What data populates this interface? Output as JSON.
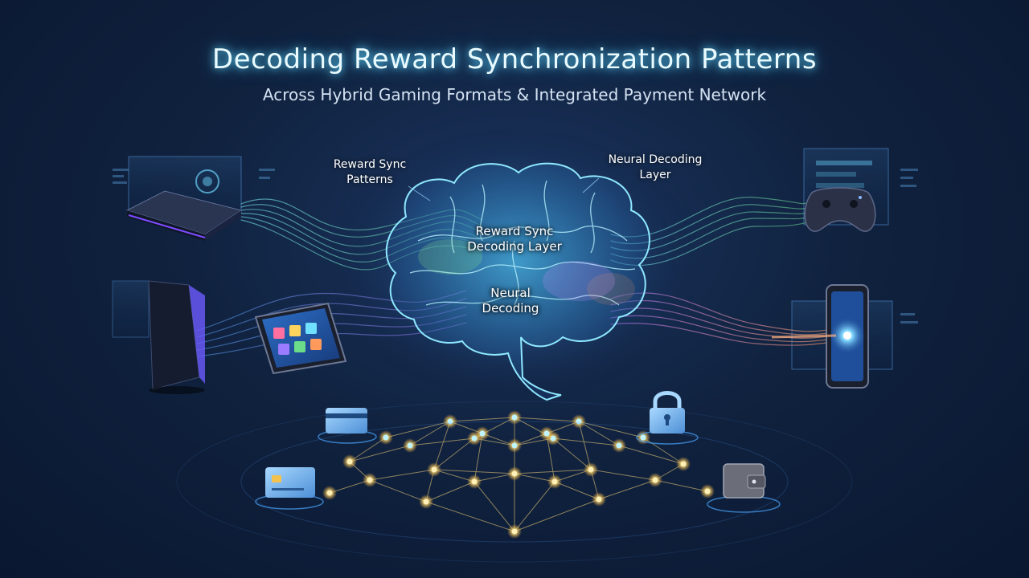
{
  "header": {
    "title": "Decoding Reward Synchronization Patterns",
    "subtitle": "Across Hybrid Gaming Formats & Integrated Payment Network"
  },
  "callouts": {
    "reward_sync_patterns": "Reward Sync\nPatterns",
    "neural_decoding_layer": "Neural Decoding\nLayer"
  },
  "brain": {
    "reward_sync_decoding_layer": "Reward Sync\nDecoding Layer",
    "neural_decoding": "Neural\nDecoding"
  },
  "colors": {
    "accent_cyan": "#5fd8ff",
    "accent_purple": "#9b6bff",
    "accent_orange": "#ff9a5c",
    "node_gold": "#ffe08a",
    "background": "#10223f"
  },
  "icons": {
    "left": [
      "game-console-icon",
      "tower-console-icon",
      "tablet-icon"
    ],
    "right": [
      "gamepad-icon",
      "smartphone-icon"
    ],
    "payment": [
      "credit-card-icon",
      "credit-card-icon",
      "padlock-icon",
      "wallet-icon"
    ]
  }
}
